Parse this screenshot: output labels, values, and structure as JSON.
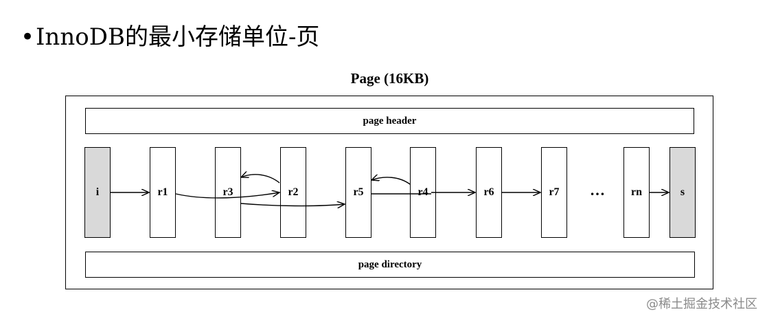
{
  "slide": {
    "bullet": "•",
    "title": "InnoDB的最小存储单位-页"
  },
  "diagram": {
    "page_title": "Page (16KB)",
    "page_header": "page header",
    "page_directory": "page directory",
    "records": [
      {
        "label": "i",
        "style": "gray"
      },
      {
        "label": "r1",
        "style": "white"
      },
      {
        "label": "r3",
        "style": "white"
      },
      {
        "label": "r2",
        "style": "white"
      },
      {
        "label": "r5",
        "style": "white"
      },
      {
        "label": "r4",
        "style": "white"
      },
      {
        "label": "r6",
        "style": "white"
      },
      {
        "label": "r7",
        "style": "white"
      },
      {
        "label": "rn",
        "style": "white"
      },
      {
        "label": "s",
        "style": "gray"
      }
    ],
    "ellipsis": "…",
    "colors": {
      "gray_record": "#d9d9d9",
      "line": "#000000"
    }
  },
  "watermark": "@稀土掘金技术社区"
}
